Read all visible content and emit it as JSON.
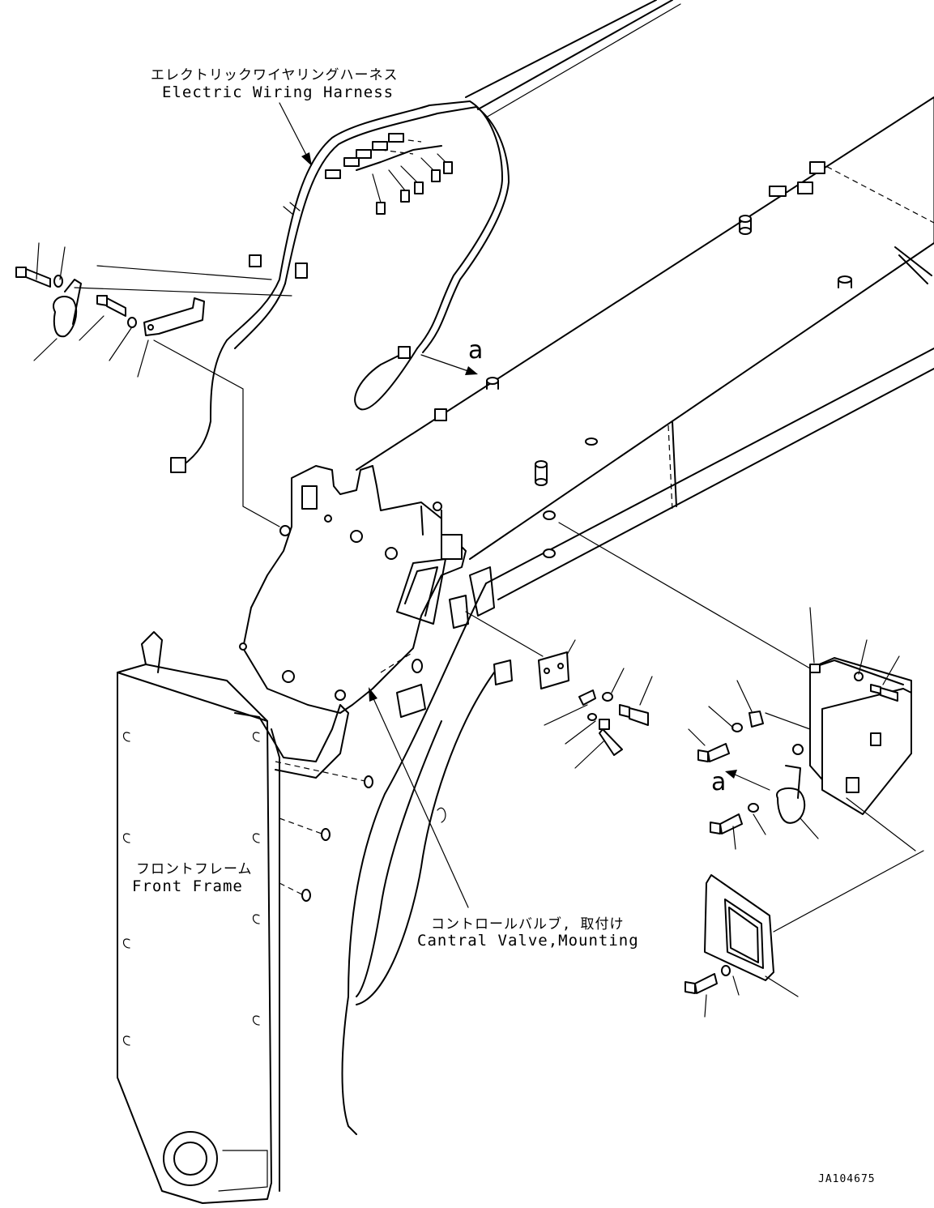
{
  "labels": {
    "harness_jp": "エレクトリックワイヤリングハーネス",
    "harness_en": "Electric Wiring Harness",
    "frame_jp": "フロントフレーム",
    "frame_en": "Front Frame",
    "valve_jp": "コントロールバルブ, 取付け",
    "valve_en": "Cantral Valve,Mounting",
    "view_a_upper": "a",
    "view_a_lower": "a",
    "drawing_code": "JA104675"
  }
}
